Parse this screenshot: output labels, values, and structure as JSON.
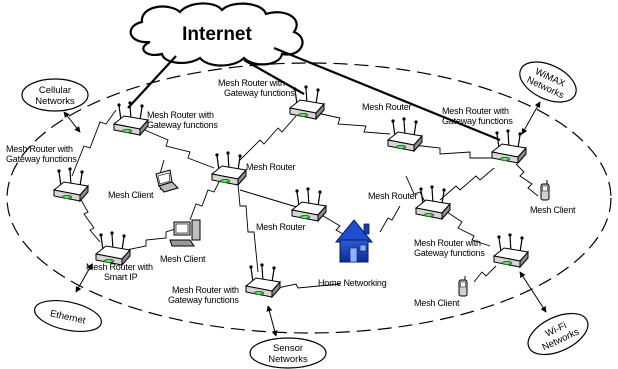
{
  "internet": {
    "label": "Internet"
  },
  "networks": {
    "cellular": [
      "Cellular",
      "Networks"
    ],
    "wimax": [
      "WiMAX",
      "Networks"
    ],
    "ethernet": [
      "Ethernet"
    ],
    "sensor": [
      "Sensor",
      "Networks"
    ],
    "wifi": [
      "Wi-Fi",
      "Networks"
    ]
  },
  "nodes": {
    "gw_top_left": [
      "Mesh Router with",
      "Gateway functions"
    ],
    "gw_top_center": [
      "Mesh Router with",
      "Gateway functions"
    ],
    "gw_top_right": [
      "Mesh Router with",
      "Gateway functions"
    ],
    "gw_left": [
      "Mesh Router with",
      "Gateway functions"
    ],
    "router_center": [
      "Mesh Router"
    ],
    "router_top_right": [
      "Mesh Router"
    ],
    "router_right": [
      "Mesh Router"
    ],
    "router_lower": [
      "Mesh Router"
    ],
    "smart_ip": [
      "Mesh Router with",
      "Smart IP"
    ],
    "gw_bottom_center": [
      "Mesh Router with",
      "Gateway functions"
    ],
    "gw_bottom_right": [
      "Mesh Router with",
      "Gateway functions"
    ],
    "laptop": [
      "Mesh Client"
    ],
    "desktop": [
      "Mesh Client"
    ],
    "phone_right": [
      "Mesh Client"
    ],
    "phone_bottom": [
      "Mesh Client"
    ],
    "home": [
      "Home Networking"
    ]
  }
}
